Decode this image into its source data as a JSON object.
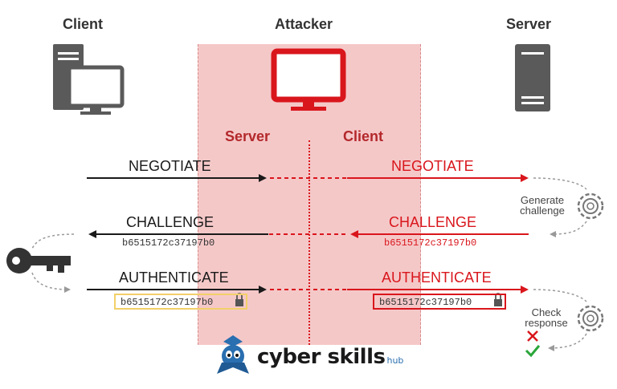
{
  "actors": {
    "client": "Client",
    "attacker": "Attacker",
    "server": "Server"
  },
  "attacker_roles": {
    "left": "Server",
    "right": "Client"
  },
  "messages": {
    "negotiate": "NEGOTIATE",
    "challenge": "CHALLENGE",
    "authenticate": "AUTHENTICATE"
  },
  "challenge_value": "b6515172c37197b0",
  "notes": {
    "generate_line1": "Generate",
    "generate_line2": "challenge",
    "check_line1": "Check",
    "check_line2": "response"
  },
  "brand": {
    "name": "cyber skills",
    "suffix": "hub"
  },
  "colors": {
    "attacker_zone": "#f5c8c8",
    "attacker_red": "#d9161c",
    "subheading_red": "#b3282b",
    "dark": "#1a1a1a",
    "icon_gray": "#5a5a5a",
    "hash_box_yellow": "#f2d06a",
    "hash_box_red": "#d9161c",
    "success_green": "#2aa63a",
    "brand_blue": "#2a6fb0"
  }
}
